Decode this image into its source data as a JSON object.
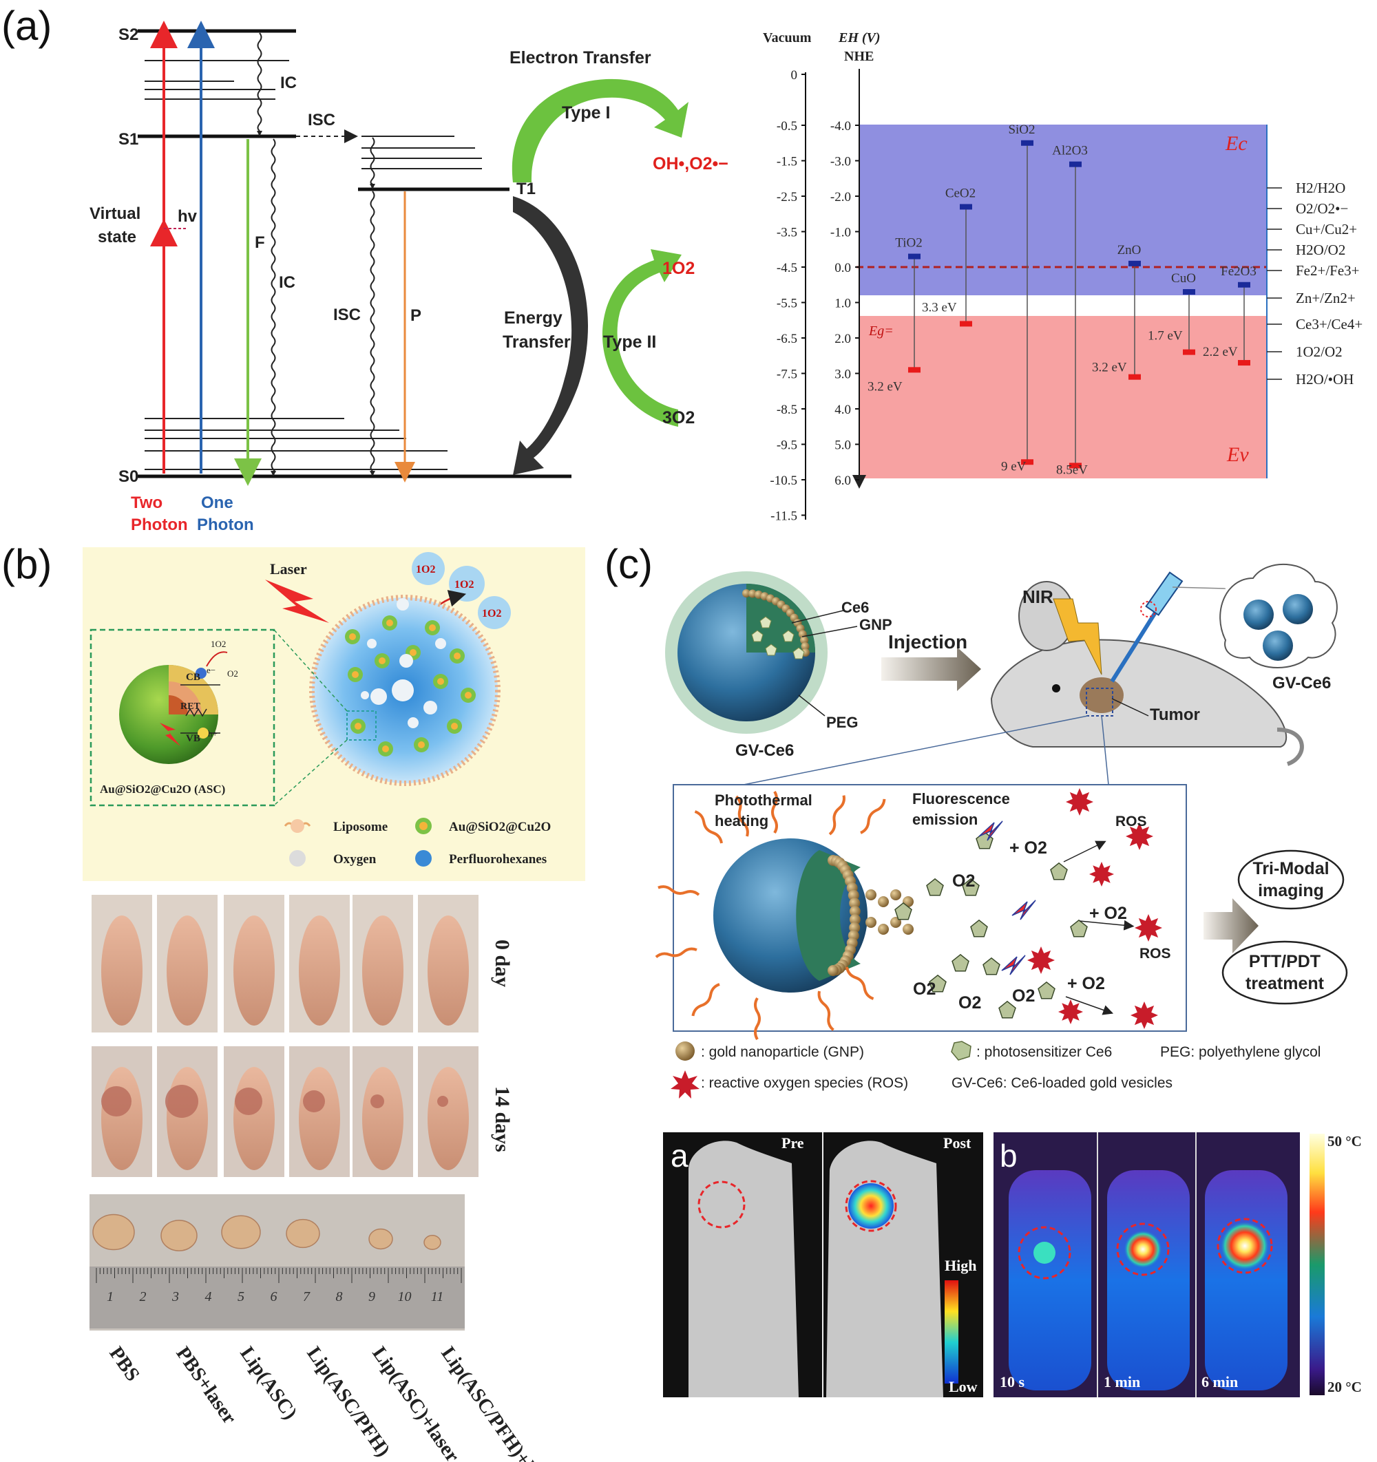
{
  "colors": {
    "two_photon": "#e8262a",
    "one_photon": "#2a64b0",
    "fluorescence": "#7cc246",
    "phosphorescence": "#e98a3c",
    "type_arrow": "#6cc23f",
    "energy_arrow": "#333333",
    "conduction_band": "#8f8fe0",
    "valence_band": "#f7a2a2",
    "product_text": "#e0201c",
    "e_label": "#e0201c"
  },
  "panel_a": {
    "label": "(a)",
    "jablonski": {
      "s2": "S2",
      "s1": "S1",
      "s0": "S0",
      "t1": "T1",
      "ic_top": "IC",
      "ic_mid": "IC",
      "isc_top": "ISC",
      "isc_mid": "ISC",
      "virtual_state_1": "Virtual",
      "virtual_state_2": "state",
      "hv": "hv",
      "f": "F",
      "p": "P",
      "two_photon_1": "Two",
      "two_photon_2": "Photon",
      "one_photon_1": "One",
      "one_photon_2": "Photon",
      "electron_transfer": "Electron Transfer",
      "type1": "Type I",
      "type2": "Type II",
      "energy_transfer_1": "Energy",
      "energy_transfer_2": "Transfer",
      "product_radicals": "OH•,O2•−",
      "singlet_oxygen": "1O2",
      "triplet_oxygen": "3O2"
    },
    "band_chart": {
      "vacuum": "Vacuum",
      "eh": "EH (V)",
      "nhe": "NHE",
      "vacuum_ticks": [
        "0",
        "-0.5",
        "-1.5",
        "-2.5",
        "-3.5",
        "-4.5",
        "-5.5",
        "-6.5",
        "-7.5",
        "-8.5",
        "-9.5",
        "-10.5",
        "-11.5"
      ],
      "nhe_ticks": [
        "-4.0",
        "-3.0",
        "-2.0",
        "-1.0",
        "0.0",
        "1.0",
        "2.0",
        "3.0",
        "4.0",
        "5.0",
        "6.0"
      ],
      "ec_label": "Ec",
      "ev_label": "Ev",
      "eg_label": "Eg=",
      "materials": [
        {
          "name": "TiO2",
          "cb": -0.3,
          "vb": 2.9,
          "gap": "3.2 eV"
        },
        {
          "name": "CeO2",
          "cb": -1.7,
          "vb": 1.6,
          "gap": "3.3 eV"
        },
        {
          "name": "SiO2",
          "cb": -3.5,
          "vb": 5.5,
          "gap": "9 eV"
        },
        {
          "name": "Al2O3",
          "cb": -2.9,
          "vb": 5.6,
          "gap": "8.5eV"
        },
        {
          "name": "ZnO",
          "cb": -0.1,
          "vb": 3.1,
          "gap": "3.2 eV"
        },
        {
          "name": "CuO",
          "cb": 0.7,
          "vb": 2.4,
          "gap": "1.7 eV"
        },
        {
          "name": "Fe2O3",
          "cb": 0.5,
          "vb": 2.7,
          "gap": "2.2 eV"
        }
      ],
      "redox": [
        "H2/H2O",
        "O2/O2•−",
        "Cu+/Cu2+",
        "H2O/O2",
        "Fe2+/Fe3+",
        "Zn+/Zn2+",
        "Ce3+/Ce4+",
        "1O2/O2",
        "H2O/•OH"
      ]
    }
  },
  "panel_b": {
    "label": "(b)",
    "laser": "Laser",
    "singlet_oxygen": "1O2",
    "cb": "CB",
    "vb": "VB",
    "ret": "RET",
    "e_minus": "e−",
    "h_plus": "h+",
    "o2": "O2",
    "o2_singlet": "1O2",
    "asc_caption": "Au@SiO2@Cu2O (ASC)",
    "legend": {
      "liposome": "Liposome",
      "au_sio2_cu2o": "Au@SiO2@Cu2O",
      "oxygen": "Oxygen",
      "perfluorohexanes": "Perfluorohexanes"
    },
    "row_labels": [
      "0 day",
      "14 days"
    ],
    "ruler_numbers": [
      "1",
      "2",
      "3",
      "4",
      "5",
      "6",
      "7",
      "8",
      "9",
      "10",
      "11"
    ],
    "groups": [
      "PBS",
      "PBS+laser",
      "Lip(ASC)",
      "Lip(ASC/PFH)",
      "Lip(ASC)+laser",
      "Lip(ASC/PFH)+laser"
    ]
  },
  "panel_c": {
    "label": "(c)",
    "ce6": "Ce6",
    "gnp": "GNP",
    "peg": "PEG",
    "gv_ce6": "GV-Ce6",
    "injection": "Injection",
    "nir": "NIR",
    "tumor": "Tumor",
    "gv_ce6_right": "GV-Ce6",
    "photothermal_1": "Photothermal",
    "photothermal_2": "heating",
    "fluorescence_1": "Fluorescence",
    "fluorescence_2": "emission",
    "ros": "ROS",
    "plus_o2": "+ O2",
    "o2": "O2",
    "tri_modal_1": "Tri-Modal",
    "tri_modal_2": "imaging",
    "ptt_1": "PTT/PDT",
    "ptt_2": "treatment",
    "legend": {
      "gnp": ": gold nanoparticle (GNP)",
      "ce6": ": photosensitizer Ce6",
      "peg": "PEG: polyethylene glycol",
      "ros": ": reactive oxygen species (ROS)",
      "gv": "GV-Ce6: Ce6-loaded gold vesicles"
    },
    "imaging": {
      "a": "a",
      "b": "b",
      "pre": "Pre",
      "post": "Post",
      "high": "High",
      "low": "Low",
      "t1": "10 s",
      "t2": "1 min",
      "t3": "6 min",
      "temp_max": "50 °C",
      "temp_min": "20 °C"
    }
  }
}
